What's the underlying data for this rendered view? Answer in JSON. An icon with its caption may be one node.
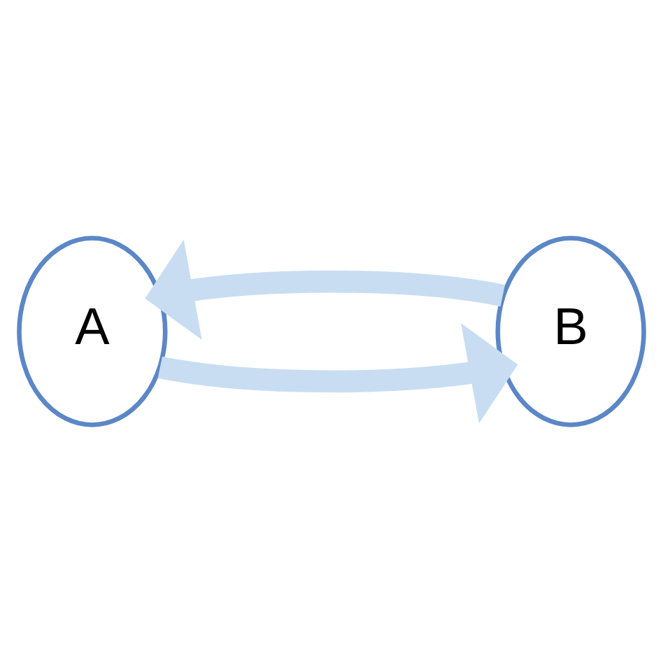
{
  "diagram": {
    "nodes": [
      {
        "text": [
          "A"
        ]
      },
      {
        "text": [
          "B"
        ]
      }
    ],
    "edges": [
      {
        "from": 0,
        "to": 1,
        "arrow": "to"
      },
      {
        "from": 1,
        "to": 0,
        "arrow": "to"
      }
    ]
  }
}
